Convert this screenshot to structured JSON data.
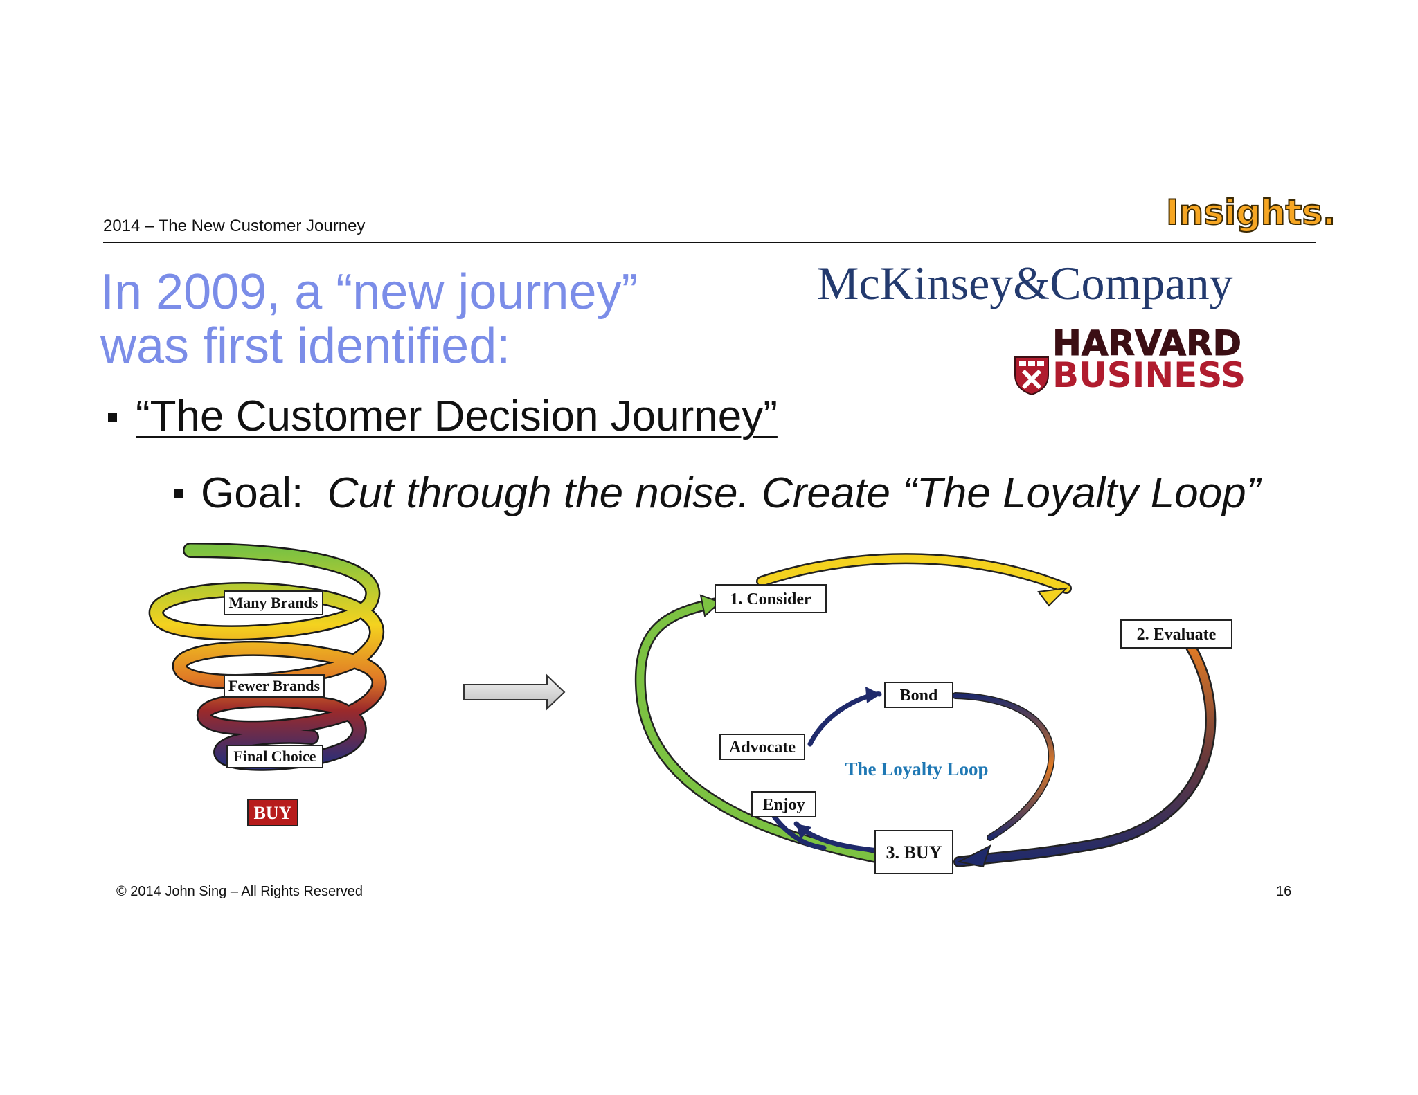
{
  "header": {
    "subtitle": "2014 – The New Customer Journey",
    "logo_text": "Insights."
  },
  "title": {
    "line1": "In 2009, a “new journey”",
    "line2": "was first identified:"
  },
  "logos": {
    "mckinsey": "McKinsey&Company",
    "harvard_line1": "HARVARD",
    "harvard_line2": "BUSINESS"
  },
  "bullets": {
    "level1": "“The Customer Decision Journey”",
    "level2_prefix": "Goal:",
    "level2_italic": "Cut through the noise.  Create “The Loyalty Loop”"
  },
  "funnel": {
    "labels": [
      "Many Brands",
      "Fewer Brands",
      "Final Choice",
      "BUY"
    ]
  },
  "loop": {
    "consider": "1. Consider",
    "evaluate": "2. Evaluate",
    "buy": "3. BUY",
    "bond": "Bond",
    "advocate": "Advocate",
    "enjoy": "Enjoy",
    "center_label": "The Loyalty Loop"
  },
  "footer": {
    "copyright": "© 2014 John Sing – All Rights Reserved",
    "page_number": "16"
  },
  "colors": {
    "title": "#7b8de8",
    "insights": "#f6a623",
    "mckinsey": "#233a6e",
    "harvard": "#b01c2e",
    "green": "#7cc242",
    "yellow": "#f4d21f",
    "orange": "#e07b26",
    "navy": "#1f2a6b",
    "buy_red": "#b71c1c",
    "loop_label": "#1f78b4"
  }
}
